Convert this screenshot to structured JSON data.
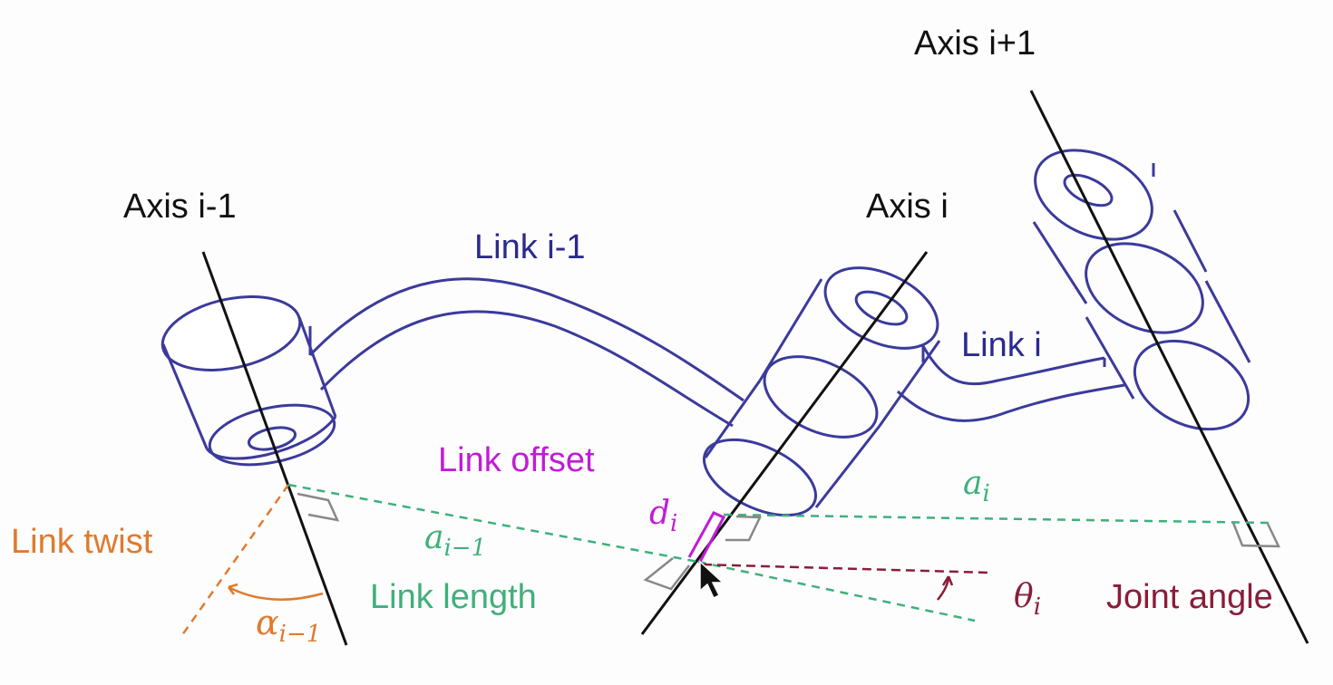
{
  "axes": {
    "prev": "Axis i-1",
    "curr": "Axis i",
    "next": "Axis i+1"
  },
  "links": {
    "prev": "Link i-1",
    "curr": "Link i"
  },
  "parameters": {
    "link_twist": "Link twist",
    "link_length": "Link length",
    "link_offset": "Link offset",
    "joint_angle": "Joint angle"
  },
  "symbols": {
    "alpha_base": "α",
    "alpha_sub": "i−1",
    "a_prev_base": "a",
    "a_prev_sub": "i−1",
    "a_curr_base": "a",
    "a_curr_sub": "i",
    "d_base": "d",
    "d_sub": "i",
    "theta_base": "θ",
    "theta_sub": "i"
  },
  "colors": {
    "axis": "#111111",
    "link": "#3b3a9c",
    "link_twist": "#e07a2e",
    "link_length": "#3fb07a",
    "link_offset": "#c21bd8",
    "joint_angle": "#8b1c3a",
    "right_angle": "#888888"
  }
}
